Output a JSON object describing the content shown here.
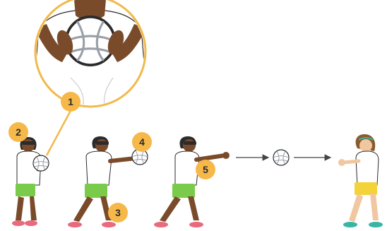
{
  "colors": {
    "badge": "#F7B84A",
    "leader_line": "#F2B94B",
    "skin_dark": "#7A4B2A",
    "skin_light": "#F0C7A0",
    "shirt": "#FFFFFF",
    "shorts_green": "#7ACB4C",
    "shorts_yellow": "#F3D23A",
    "shoe_pink": "#E96A7C",
    "shoe_teal": "#39B5A5",
    "outline": "#2B2B2B",
    "ball_shadow": "#C9CCD1"
  },
  "steps": [
    {
      "label": "1",
      "icon": "badge-icon"
    },
    {
      "label": "2",
      "icon": "badge-icon"
    },
    {
      "label": "3",
      "icon": "badge-icon"
    },
    {
      "label": "4",
      "icon": "badge-icon"
    },
    {
      "label": "5",
      "icon": "badge-icon"
    }
  ],
  "icons": {
    "ball": "volleyball-icon",
    "arrow": "arrow-right-icon",
    "zoom": "zoom-inset-icon"
  }
}
